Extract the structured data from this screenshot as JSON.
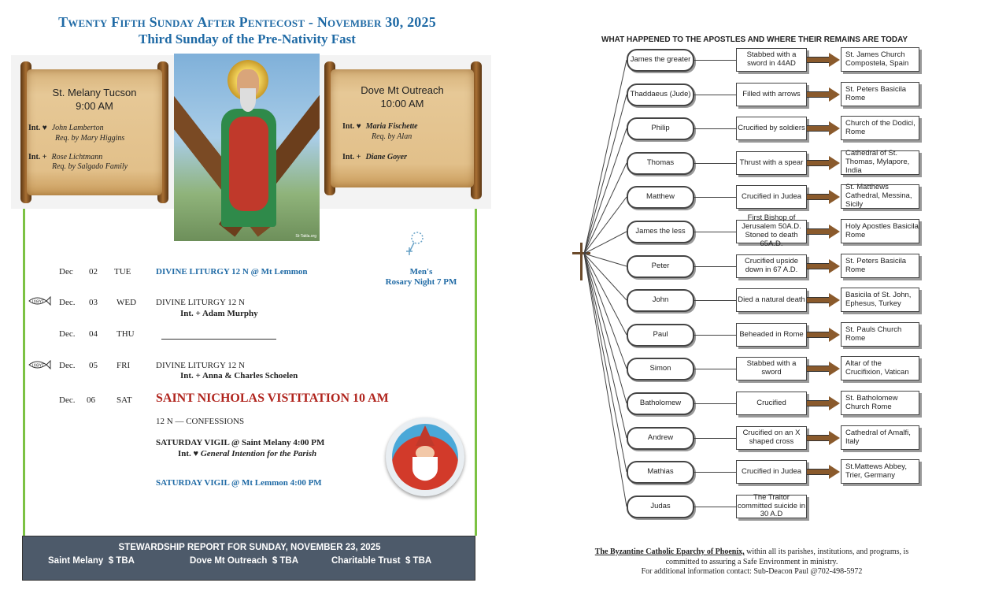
{
  "bulletin": {
    "title_line1": "Twenty Fifth Sunday After Pentecost - November 30, 2025",
    "title_line2": "Third Sunday of the Pre-Nativity Fast"
  },
  "scroll_left": {
    "parish": "St. Melany Tucson",
    "time": "9:00 AM",
    "intentions": [
      {
        "mark": "Int. ♥",
        "name": "John Lamberton",
        "req": "Req. by  Mary Higgins"
      },
      {
        "mark": "Int. +",
        "name": "Rose Lichtmann",
        "req": "Req. by Salgado Family"
      }
    ]
  },
  "scroll_right": {
    "parish": "Dove Mt Outreach",
    "time": "10:00 AM",
    "intentions": [
      {
        "mark": "Int. ♥",
        "name": "Maria Fischette",
        "req": "Req. by Alan"
      },
      {
        "mark": "Int. +",
        "name": "Diane Goyer",
        "req": ""
      }
    ]
  },
  "saint_image": {
    "credit": "St-Takla.org"
  },
  "mens_rosary": {
    "line1": "Men's",
    "line2": "Rosary Night 7 PM"
  },
  "schedule": [
    {
      "month": "Dec",
      "day": "02",
      "dow": "TUE",
      "event": "DIVINE LITURGY 12 N @ Mt Lemmon",
      "detail": ""
    },
    {
      "month": "Dec.",
      "day": "03",
      "dow": "WED",
      "event": "DIVINE LITURGY 12  N",
      "detail": "Int. +  Adam Murphy"
    },
    {
      "month": "Dec.",
      "day": "04",
      "dow": "THU",
      "event": "",
      "detail": ""
    },
    {
      "month": "Dec.",
      "day": "05",
      "dow": "FRI",
      "event": "DIVINE LITURGY 12 N",
      "detail": "Int. + Anna & Charles Schoelen"
    },
    {
      "month": "Dec.",
      "day": "06",
      "dow": "SAT",
      "event": "SAINT NICHOLAS VISTITATION 10 AM",
      "detail": ""
    }
  ],
  "saturday": {
    "confessions": "12 N — CONFESSIONS",
    "vigil1": "SATURDAY  VIGIL @ Saint Melany 4:00 PM",
    "vigil1_int_mark": "Int. ♥",
    "vigil1_int": "General Intention for the Parish",
    "vigil2": "SATURDAY VIGIL @ Mt Lemmon 4:00 PM"
  },
  "fish_label": "IXΘYΣ",
  "stewardship": {
    "heading": "STEWARDSHIP REPORT FOR SUNDAY, NOVEMBER 23,  2025",
    "items": [
      {
        "label": "Saint Melany",
        "value": "$   TBA"
      },
      {
        "label": "Dove Mt Outreach",
        "value": "$  TBA"
      },
      {
        "label": "Charitable Trust",
        "value": "$   TBA"
      }
    ]
  },
  "apostles": {
    "title": "WHAT HAPPENED TO THE APOSTLES AND WHERE THEIR REMAINS ARE TODAY",
    "rows": [
      {
        "name": "James the greater",
        "fate": "Stabbed with a sword in 44AD",
        "remains": "St. James Church Compostela, Spain"
      },
      {
        "name": "Thaddaeus (Jude)",
        "fate": "Filled with arrows",
        "remains": "St. Peters Basicila Rome"
      },
      {
        "name": "Philip",
        "fate": "Crucified by soldiers",
        "remains": "Church of the Dodici, Rome"
      },
      {
        "name": "Thomas",
        "fate": "Thrust with a spear",
        "remains": "Cathedral of St. Thomas, Mylapore, India"
      },
      {
        "name": "Matthew",
        "fate": "Crucified in Judea",
        "remains": "St. Matthews Cathedral, Messina, Sicily"
      },
      {
        "name": "James the less",
        "fate": "First Bishop of Jerusalem 50A.D. Stoned to death 65A.D.",
        "remains": "Holy Apostles Basicila Rome"
      },
      {
        "name": "Peter",
        "fate": "Crucified upside down in 67 A.D.",
        "remains": "St. Peters Basicila Rome"
      },
      {
        "name": "John",
        "fate": "Died a natural death",
        "remains": "Basicila of St. John, Ephesus, Turkey"
      },
      {
        "name": "Paul",
        "fate": "Beheaded in Rome",
        "remains": "St. Pauls Church Rome"
      },
      {
        "name": "Simon",
        "fate": "Stabbed with a sword",
        "remains": "Altar of the Crucifixion, Vatican"
      },
      {
        "name": "Batholomew",
        "fate": "Crucified",
        "remains": "St. Batholomew Church Rome"
      },
      {
        "name": "Andrew",
        "fate": "Crucified on an X shaped cross",
        "remains": "Cathedral of Amalfi, Italy"
      },
      {
        "name": "Mathias",
        "fate": "Crucified in Judea",
        "remains": "St.Mattews Abbey, Trier, Germany"
      },
      {
        "name": "Judas",
        "fate": "The Traitor committed suicide in 30 A.D",
        "remains": ""
      }
    ]
  },
  "safe_env": {
    "link": "The Byzantine Catholic Eparchy of Phoenix,",
    "text1": " within all its parishes, institutions, and programs, is",
    "text2": "committed to assuring a Safe Environment in ministry.",
    "text3": "For additional information contact:  Sub-Deacon Paul @702-498-5972"
  }
}
